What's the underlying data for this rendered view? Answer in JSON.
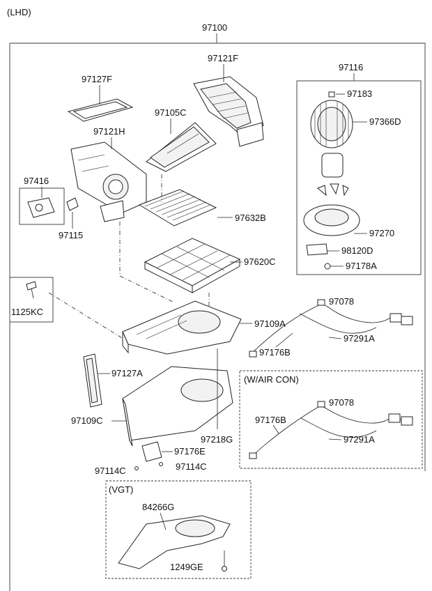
{
  "header": {
    "variant": "(LHD)",
    "assembly": "97100"
  },
  "parts": {
    "p97121F": "97121F",
    "p97127F": "97127F",
    "p97105C": "97105C",
    "p97121H": "97121H",
    "p97416": "97416",
    "p97115": "97115",
    "p97632B": "97632B",
    "p97620C": "97620C",
    "p1125KC": "1125KC",
    "p97109A": "97109A",
    "p97127A": "97127A",
    "p97109C": "97109C",
    "p97218G": "97218G",
    "p97176E": "97176E",
    "p97114C_left": "97114C",
    "p97114C_right": "97114C"
  },
  "blower_group": {
    "title": "97116",
    "p97183": "97183",
    "p97366D": "97366D",
    "p97270": "97270",
    "p98120D": "98120D",
    "p97178A": "97178A"
  },
  "harness_std": {
    "p97078": "97078",
    "p97176B": "97176B",
    "p97291A": "97291A"
  },
  "harness_aircon": {
    "title": "(W/AIR CON)",
    "p97078": "97078",
    "p97176B": "97176B",
    "p97291A": "97291A"
  },
  "vgt": {
    "title": "(VGT)",
    "p84266G": "84266G",
    "p1249GE": "1249GE"
  }
}
